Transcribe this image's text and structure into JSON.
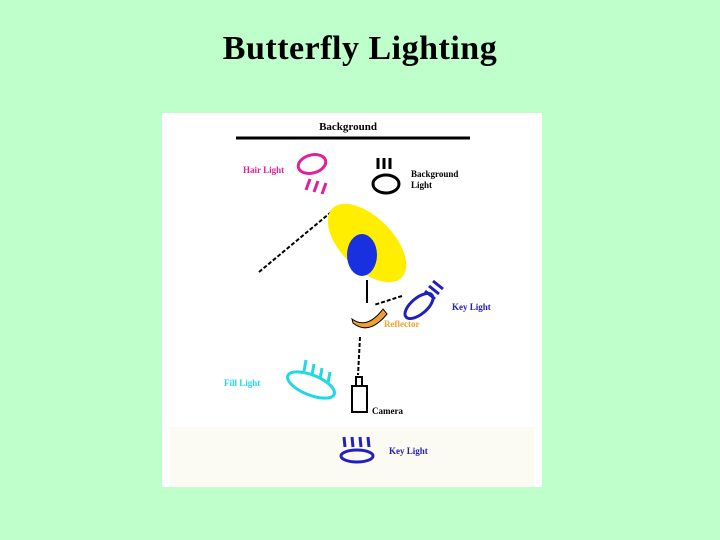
{
  "slide": {
    "title": "Butterfly Lighting"
  },
  "diagram": {
    "labels": {
      "background": "Background",
      "hair_light": "Hair Light",
      "background_light_line1": "Background",
      "background_light_line2": "Light",
      "key_light": "Key Light",
      "reflector": "Reflector",
      "fill_light": "Fill Light",
      "camera": "Camera",
      "legend_key_light": "Key Light"
    },
    "colors": {
      "slide_background": "#bfffcc",
      "panel": "#ffffff",
      "legend_band": "#fbfbf3",
      "hair_light": "#e0209a",
      "key_light": "#2020c0",
      "fill_light": "#22d8e8",
      "subject_halo": "#ffee00",
      "subject_head": "#1830e0",
      "reflector": "#f0a030",
      "outline": "#000000"
    }
  }
}
